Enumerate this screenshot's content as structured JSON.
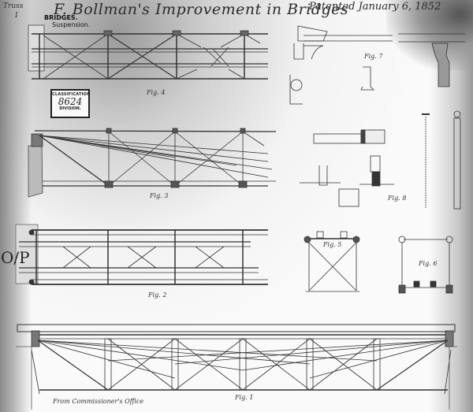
{
  "document": {
    "title": "F. Bollman's Improvement in Bridges",
    "patent_date": "Patented January 6, 1852",
    "corner_marks": [
      "Truss",
      "1"
    ],
    "subject_label": {
      "line1": "BRIDGES.",
      "line2": "Suspension."
    },
    "classification_stamp": {
      "heading": "CLASSIFICATION",
      "number": "8624",
      "footer": "DIVISION."
    },
    "margin_marking": "O/P",
    "office_note": "From Commissioner's Office"
  },
  "figures": [
    {
      "id": "fig-4",
      "label": "Fig. 4",
      "description": "Plan view of upper truss bracing"
    },
    {
      "id": "fig-3",
      "label": "Fig. 3",
      "description": "Elevation of suspension rods from tower"
    },
    {
      "id": "fig-2",
      "label": "Fig. 2",
      "description": "Plan view of deck framing"
    },
    {
      "id": "fig-1",
      "label": "Fig. 1",
      "description": "Full side elevation of the truss"
    },
    {
      "id": "fig-5",
      "label": "Fig. 5",
      "description": "Cross section with diagonal bracing"
    },
    {
      "id": "fig-6",
      "label": "Fig. 6",
      "description": "Cross section with floor beams"
    },
    {
      "id": "fig-7",
      "label": "Fig. 7",
      "description": "Bearing and bracket details"
    },
    {
      "id": "fig-8",
      "label": "Fig. 8",
      "description": "Connection and post details"
    }
  ]
}
